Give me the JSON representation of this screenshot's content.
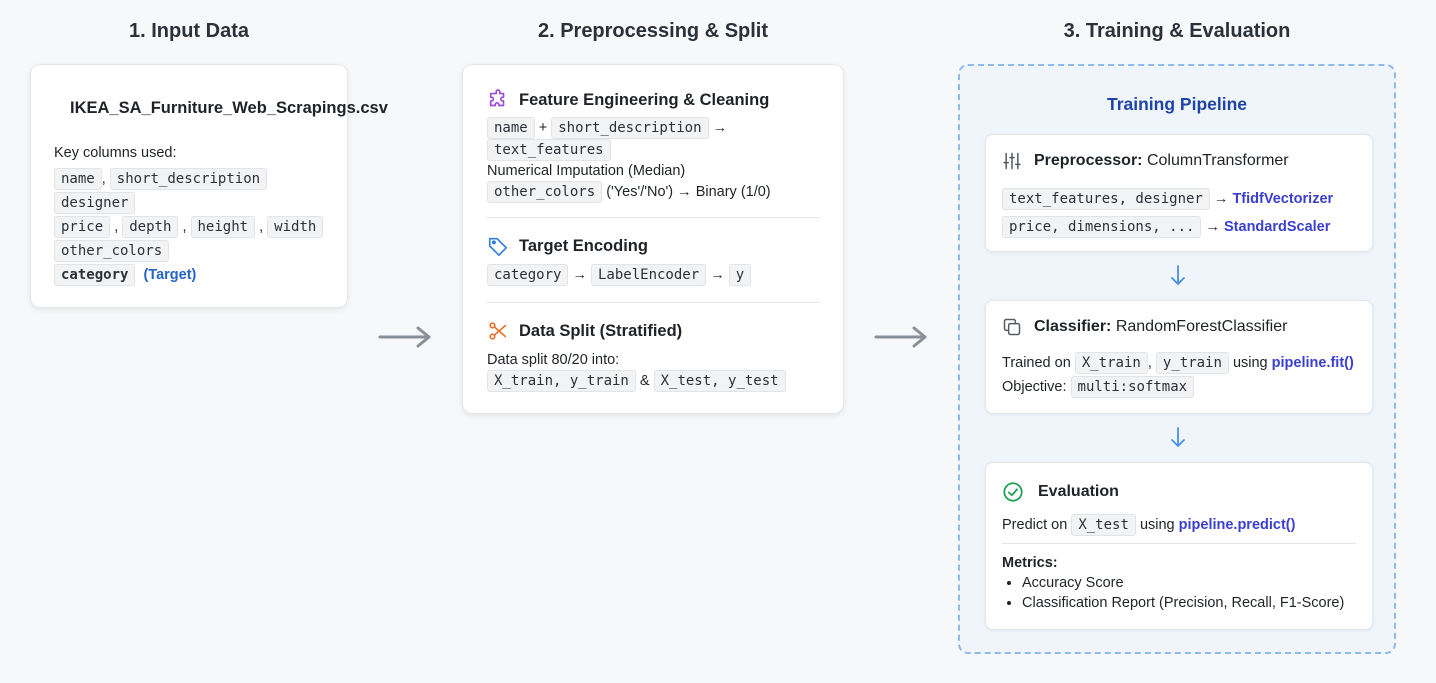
{
  "columns": {
    "input": "1. Input Data",
    "preprocess": "2. Preprocessing & Split",
    "training": "3. Training & Evaluation"
  },
  "input_card": {
    "filename": "IKEA_SA_Furniture_Web_Scrapings.csv",
    "key_columns_label": "Key columns used:",
    "cols": {
      "name": "name",
      "short_description": "short_description",
      "designer": "designer",
      "price": "price",
      "depth": "depth",
      "height": "height",
      "width": "width",
      "other_colors": "other_colors",
      "category": "category"
    },
    "sep": ",",
    "target_label": "(Target)"
  },
  "preprocess_card": {
    "feature": {
      "title": "Feature Engineering & Cleaning",
      "name": "name",
      "plus": "+",
      "short_description": "short_description",
      "arrow": "→",
      "text_features": "text_features",
      "imputation": "Numerical Imputation (Median)",
      "other_colors": "other_colors",
      "binary": "('Yes'/'No') → Binary (1/0)"
    },
    "target": {
      "title": "Target Encoding",
      "category": "category",
      "arrow": "→",
      "label_encoder": "LabelEncoder",
      "y": "y"
    },
    "split": {
      "title": "Data Split (Stratified)",
      "text": "Data split 80/20 into:",
      "train": "X_train, y_train",
      "amp": "&",
      "test": "X_test, y_test"
    }
  },
  "pipeline": {
    "title": "Training Pipeline",
    "preprocessor": {
      "label": "Preprocessor:",
      "value": "ColumnTransformer",
      "text_cols": "text_features, designer",
      "arrow": "→",
      "tfidf": "TfidfVectorizer",
      "num_cols": "price, dimensions, ...",
      "scaler": "StandardScaler"
    },
    "classifier": {
      "label": "Classifier:",
      "value": "RandomForestClassifier",
      "trained_on": "Trained on",
      "x_train": "X_train",
      "comma": ",",
      "y_train": "y_train",
      "using": "using",
      "fit": "pipeline.fit()",
      "objective": "Objective:",
      "softmax": "multi:softmax"
    },
    "evaluation": {
      "title": "Evaluation",
      "predict_on": "Predict on",
      "x_test": "X_test",
      "using": "using",
      "predict": "pipeline.predict()",
      "metrics": "Metrics:",
      "metric_items": [
        "Accuracy Score",
        "Classification Report (Precision, Recall, F1-Score)"
      ]
    }
  },
  "colors": {
    "accent_blue": "#2563c7",
    "link_purple": "#3b3fd0",
    "pipeline_border": "#8fbbeb",
    "feature_icon": "#9b4ddb",
    "target_icon": "#2f7fe0",
    "split_icon": "#e8742c",
    "check_icon": "#1e9e50"
  },
  "icons": {
    "feature": "puzzle-icon",
    "target": "tag-icon",
    "split": "scissors-icon",
    "preprocessor": "sliders-icon",
    "classifier": "copy-icon",
    "evaluation": "check-circle-icon",
    "flow": "arrow-right-icon",
    "down": "arrow-down-icon"
  }
}
